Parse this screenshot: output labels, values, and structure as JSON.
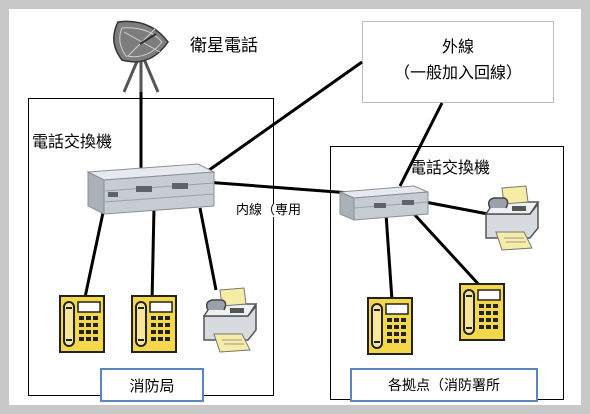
{
  "labels": {
    "satellite": "衛星電話",
    "outside_line_title": "外線",
    "outside_line_sub": "（一般加入回線）",
    "pbx_left": "電話交換機",
    "pbx_right": "電話交換機",
    "internal_line": "内線（専用",
    "hq": "消防局",
    "branch": "各拠点（消防署所"
  },
  "colors": {
    "frame": "#c8c8c8",
    "name_box_border": "#5b86bd",
    "phone_yellow": "#f4d84a",
    "pbx_body": "#c7ccd2"
  }
}
